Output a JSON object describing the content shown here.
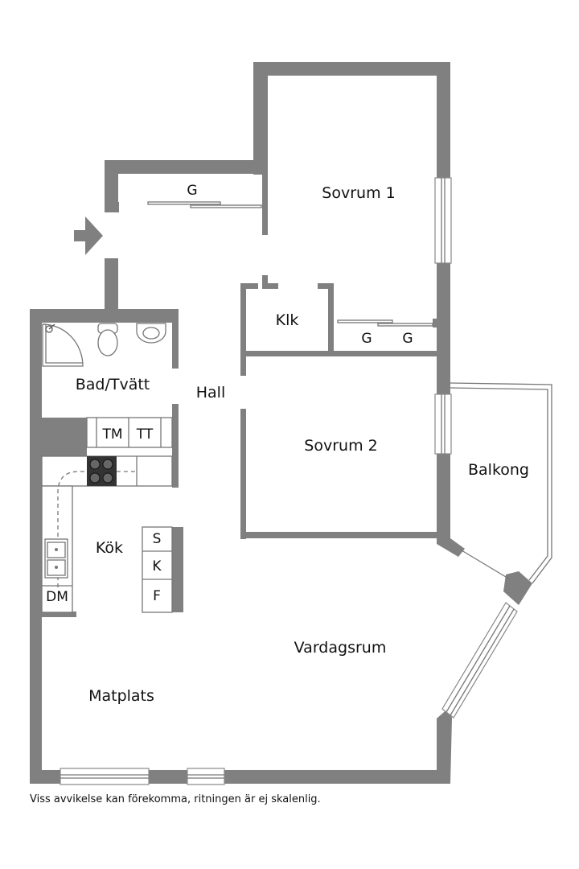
{
  "rooms": {
    "sovrum1": "Sovrum 1",
    "sovrum2": "Sovrum 2",
    "klk": "Klk",
    "hall": "Hall",
    "bad": "Bad/Tvätt",
    "kok": "Kök",
    "balkong": "Balkong",
    "vardagsrum": "Vardagsrum",
    "matplats": "Matplats"
  },
  "fixtures": {
    "wardrobe_hall": "G",
    "wardrobe_bed1_a": "G",
    "wardrobe_bed1_b": "G",
    "washer": "TM",
    "dryer": "TT",
    "freezer": "S",
    "fridge": "K",
    "oven": "F",
    "dishwasher": "DM"
  },
  "disclaimer": "Viss avvikelse kan förekomma, ritningen är ej skalenlig.",
  "colors": {
    "wall": "#808080",
    "line": "#777777",
    "text": "#111111"
  }
}
